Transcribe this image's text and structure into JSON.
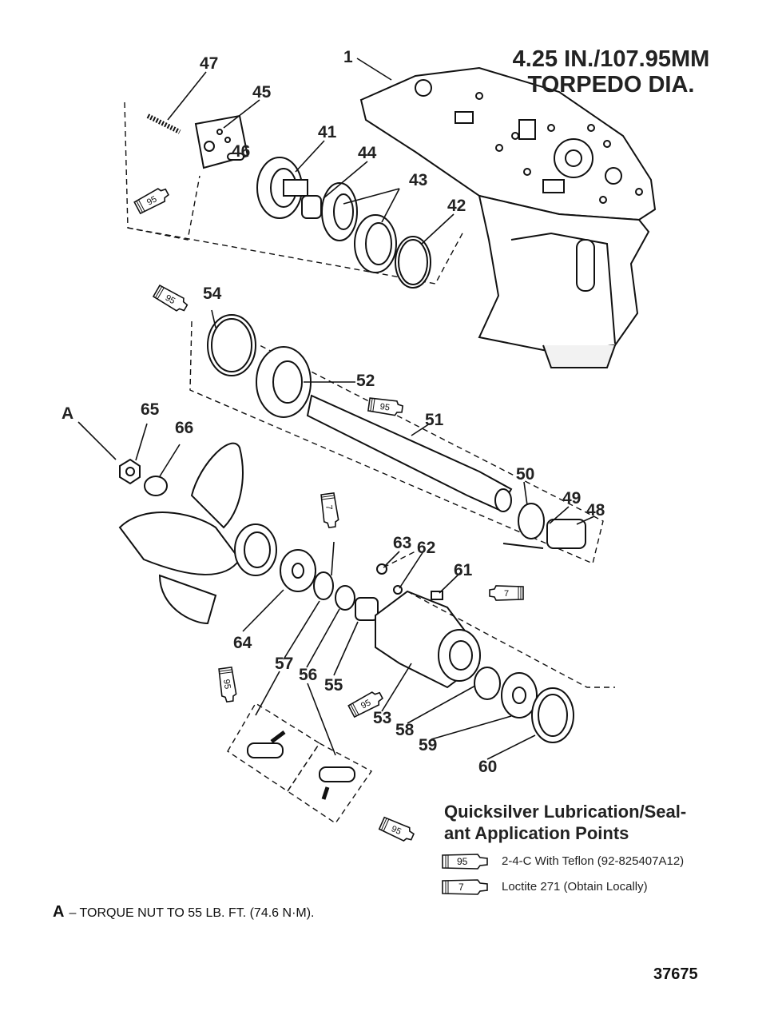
{
  "title": {
    "line1": "4.25 IN./107.95MM",
    "line2": "TORPEDO DIA."
  },
  "callouts": [
    "1",
    "41",
    "42",
    "43",
    "44",
    "45",
    "46",
    "47",
    "48",
    "49",
    "50",
    "51",
    "52",
    "53",
    "54",
    "55",
    "56",
    "57",
    "58",
    "59",
    "60",
    "61",
    "62",
    "63",
    "64",
    "65",
    "66",
    "A"
  ],
  "tube_labels": {
    "lube": "95",
    "loctite": "7"
  },
  "legend": {
    "title_line1": "Quicksilver Lubrication/Seal-",
    "title_line2": "ant Application Points",
    "items": [
      {
        "code": "95",
        "text": "2-4-C  With Teflon (92-825407A12)"
      },
      {
        "code": "7",
        "text": "Loctite 271 (Obtain Locally)"
      }
    ]
  },
  "note": {
    "letter": "A",
    "text": "– TORQUE NUT TO 55 LB. FT. (74.6 N·M)."
  },
  "figure_id": "37675"
}
